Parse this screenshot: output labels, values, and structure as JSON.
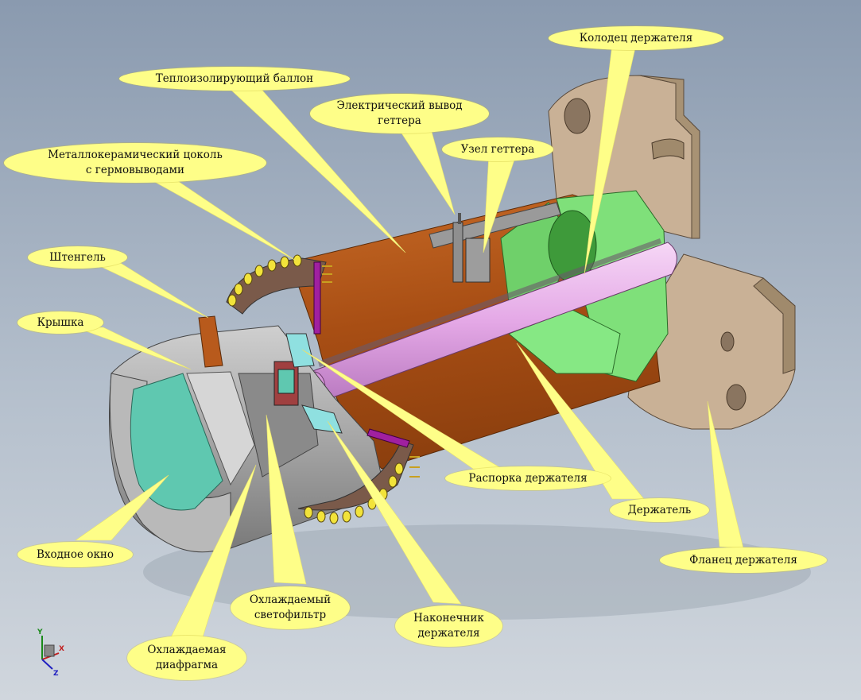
{
  "labels": {
    "kolodets": "Колодец держателя",
    "teploizol": "Теплоизолирующий баллон",
    "elektr": "Электрический вывод\nгеттера",
    "uzel": "Узел геттера",
    "metallo": "Металлокерамический цоколь\nс гермовыводами",
    "shtengel": "Штенгель",
    "kryshka": "Крышка",
    "rasporka": "Распорка держателя",
    "derzhatel": "Держатель",
    "flanets": "Фланец держателя",
    "vkhodnoe": "Входное окно",
    "svetofiltr": "Охлаждаемый\nсветофильтр",
    "nakonechnik": "Наконечник\nдержателя",
    "diafragma": "Охлаждаемая\nдиафрагма"
  },
  "axes": {
    "y": "Y",
    "x": "X",
    "z": "Z"
  },
  "colors": {
    "callout": "#fefe88",
    "copper": "#b85a1c",
    "green": "#7fe07a",
    "tan": "#c9b196",
    "pink": "#e8b4e8",
    "teal": "#5fc8b0",
    "gray": "#9a9a9a"
  }
}
